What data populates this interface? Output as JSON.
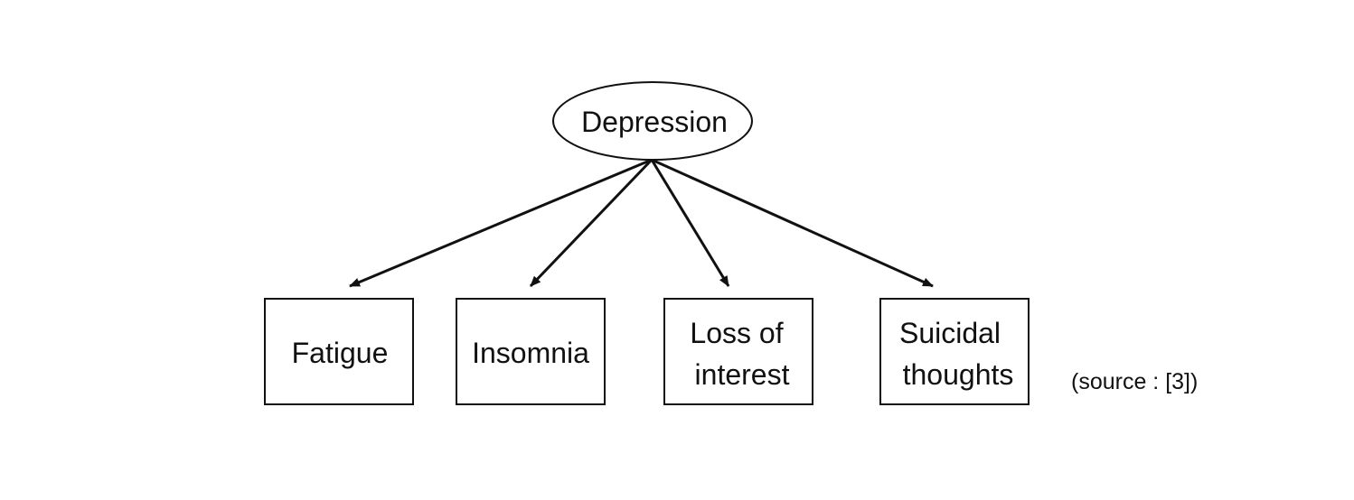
{
  "root": {
    "label": "Depression"
  },
  "children": [
    {
      "lines": [
        "Fatigue"
      ]
    },
    {
      "lines": [
        "Insomnia"
      ]
    },
    {
      "lines": [
        "Loss of",
        "interest"
      ]
    },
    {
      "lines": [
        "Suicidal",
        "thoughts"
      ]
    }
  ],
  "source_note": "(source : [3])",
  "colors": {
    "stroke": "#111111",
    "text": "#111111",
    "background": "#ffffff"
  }
}
